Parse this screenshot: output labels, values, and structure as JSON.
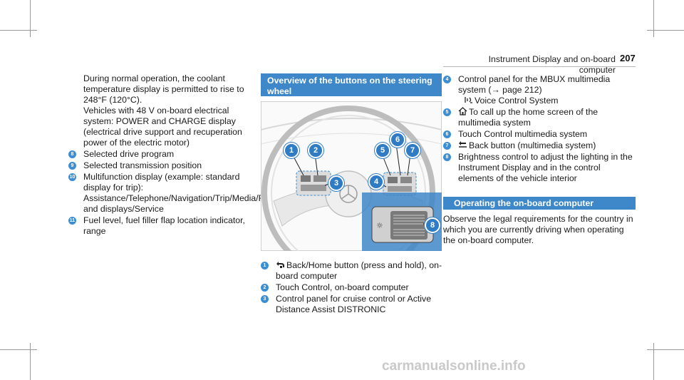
{
  "header": {
    "title": "Instrument Display and on-board computer",
    "page_number": "207"
  },
  "left_column": {
    "intro": "During normal operation, the coolant temperature display is permitted to rise to 248°F (120°C).",
    "intro2": "Vehicles with 48 V on-board electrical system: POWER and CHARGE display (electrical drive support and recuperation power of the electric motor)",
    "items": [
      {
        "num": "8",
        "text": "Selected drive program"
      },
      {
        "num": "9",
        "text": "Selected transmission position"
      },
      {
        "num": "10",
        "text": "Multifunction display (example: standard display for trip): Assistance/Telephone/Navigation/Trip/Media/Radio/Styles and displays/Service"
      },
      {
        "num": "11",
        "text": "Fuel level, fuel filler flap location indicator, range"
      }
    ]
  },
  "overview": {
    "heading": "Overview of the buttons on the steering wheel",
    "figure_callouts": [
      "1",
      "2",
      "3",
      "4",
      "5",
      "6",
      "7",
      "8"
    ],
    "items": [
      {
        "num": "1",
        "icon": "back-home-icon",
        "text": "Back/Home button (press and hold), on-board computer"
      },
      {
        "num": "2",
        "text": "Touch Control, on-board computer"
      },
      {
        "num": "3",
        "text": "Control panel for cruise control or Active Distance Assist DISTRONIC"
      }
    ]
  },
  "right_column": {
    "items": [
      {
        "num": "4",
        "text": "Control panel for the MBUX multimedia system (→ page 212)",
        "sub_icon": "voice-control-icon",
        "sub_text": "Voice Control System"
      },
      {
        "num": "5",
        "icon": "home-icon",
        "text": "To call up the home screen of the multimedia system"
      },
      {
        "num": "6",
        "text": "Touch Control multimedia system"
      },
      {
        "num": "7",
        "icon": "back-icon",
        "text": "Back button (multimedia system)"
      },
      {
        "num": "8",
        "text": "Brightness control to adjust the lighting in the Instrument Display and in the control elements of the vehicle interior"
      }
    ],
    "operating_heading": "Operating the on-board computer",
    "operating_text": "Observe the legal requirements for the country in which you are currently driving when operating the on-board computer."
  },
  "watermark": "carmanualsonline.info",
  "colors": {
    "accent": "#3e87c8",
    "callout": "#3b8ed4"
  }
}
